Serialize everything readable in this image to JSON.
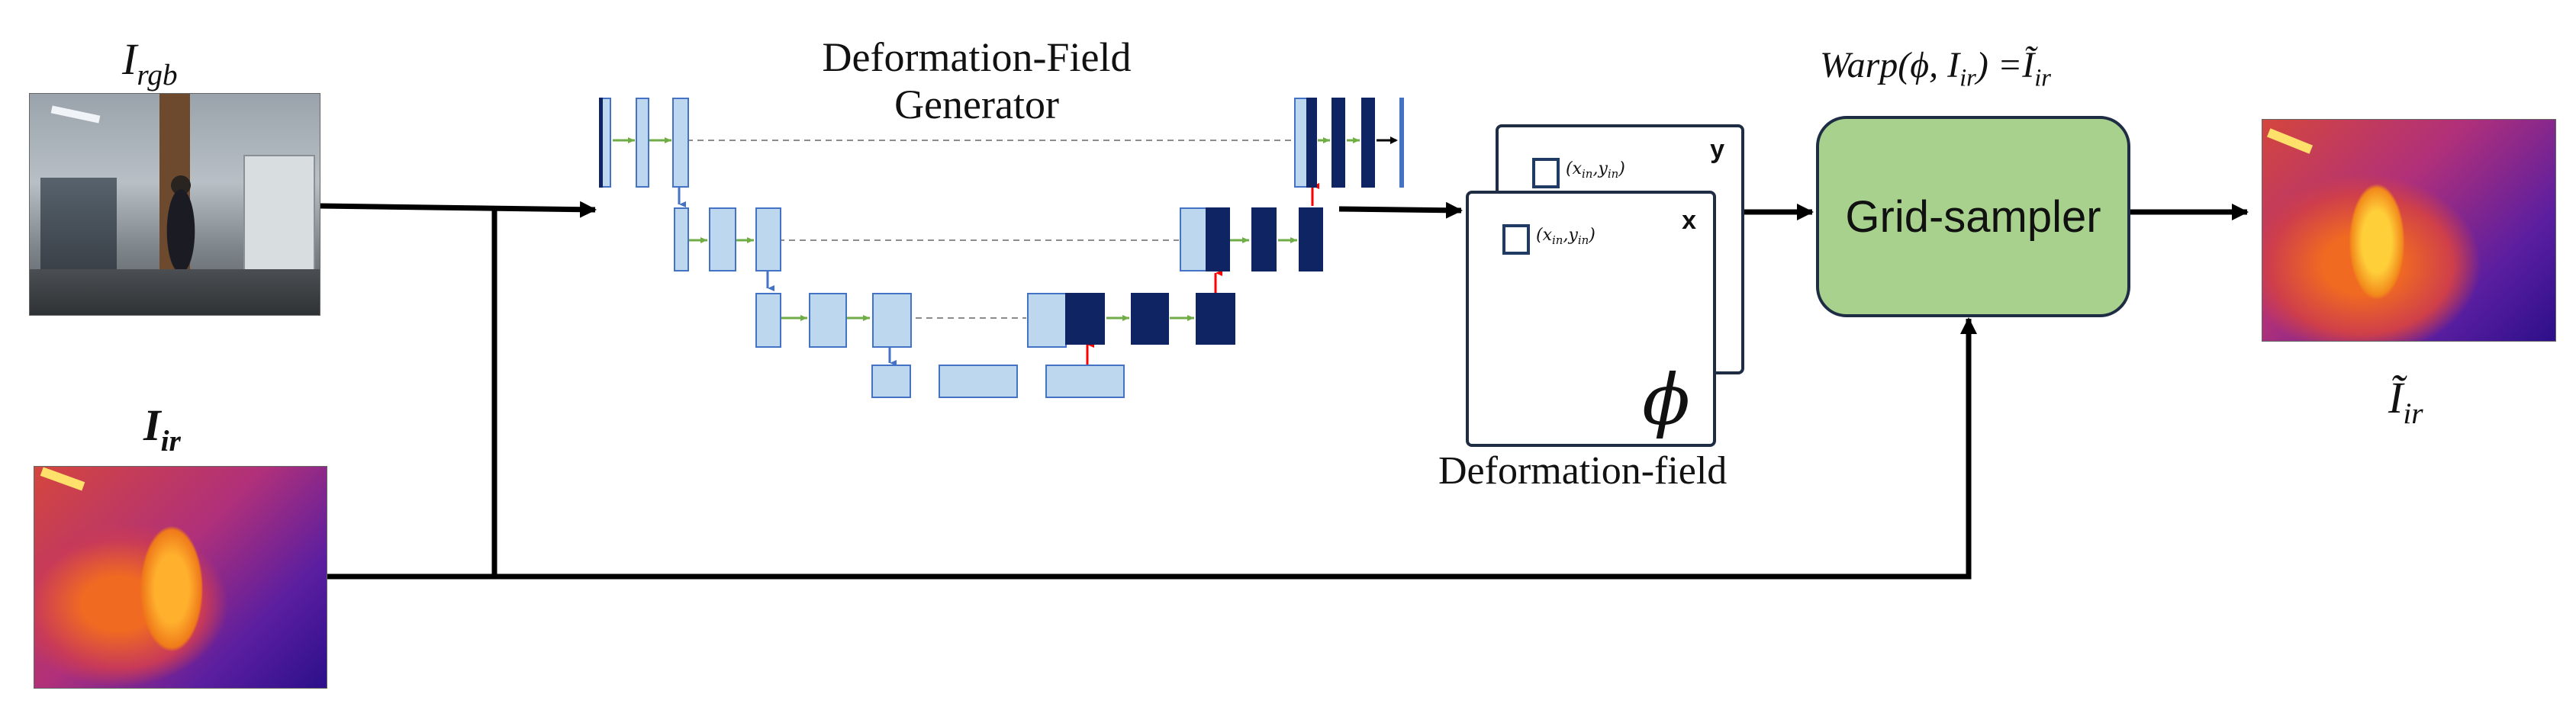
{
  "generator": {
    "title_line1": "Deformation-Field",
    "title_line2": "Generator"
  },
  "inputs": {
    "rgb": {
      "symbol": "I",
      "subscript": "rgb"
    },
    "ir": {
      "symbol": "I",
      "subscript": "ir"
    }
  },
  "deformation_field": {
    "label": "Deformation-field",
    "axis_y": "y",
    "axis_x": "x",
    "coord_var": "x",
    "coord_sub": "in",
    "coord_var2": "y",
    "coord_sub2": "in",
    "phi_symbol": "ϕ"
  },
  "sampler": {
    "label": "Grid-sampler"
  },
  "equation": {
    "warp": "Warp",
    "args": "(ϕ, ",
    "arg_sym": "I",
    "arg_sub": "ir",
    "eq": ") =",
    "res_sym": "Ĩ",
    "res_sub": "ir"
  },
  "output": {
    "symbol": "Ĩ",
    "subscript": "ir"
  },
  "colors": {
    "light_block": "#bdd7ee",
    "dark_block": "#0e2463",
    "green_arrow": "#70ad47",
    "blue_arrow": "#4472c4",
    "red_arrow": "#ff0000",
    "skip_dash": "#8c8c8c",
    "sampler_fill": "#a9d18e",
    "border": "#1f2d44"
  }
}
